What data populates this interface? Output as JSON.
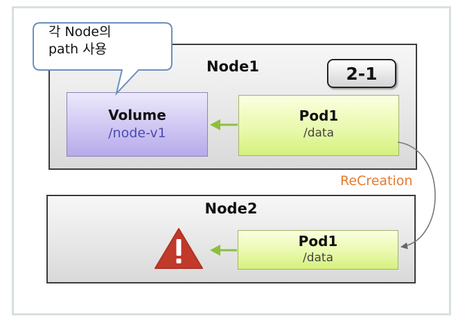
{
  "callout": {
    "text_line1": "각 Node의",
    "text_line2": "path 사용"
  },
  "node1": {
    "title": "Node1",
    "badge": "2-1",
    "volume": {
      "title": "Volume",
      "path": "/node-v1"
    },
    "pod": {
      "title": "Pod1",
      "path": "/data"
    }
  },
  "node2": {
    "title": "Node2",
    "pod": {
      "title": "Pod1",
      "path": "/data"
    }
  },
  "recreation_label": "ReCreation",
  "colors": {
    "volume_fill": "#cfc6f3",
    "pod_fill": "#e9f9ad",
    "arrow_green": "#8bbf3c",
    "recreation_text": "#e37b2f",
    "warning_red": "#c0392b"
  },
  "icons": {
    "warning": "warning-triangle-icon"
  }
}
